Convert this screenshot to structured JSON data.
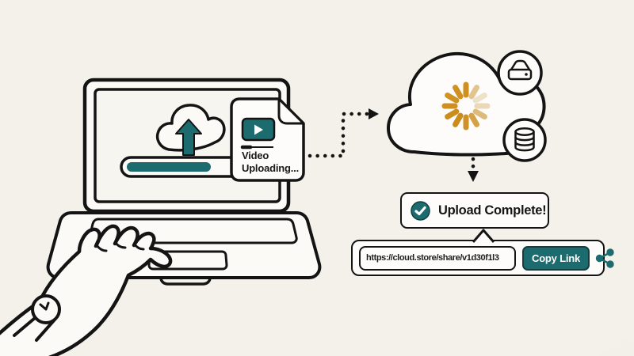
{
  "colors": {
    "background": "#f2efe9",
    "outline_ink": "#141414",
    "accent_teal": "#1c6b6e",
    "spinner_gold": "#d09122",
    "panel_white": "#fdfcfa"
  },
  "laptop_screen": {
    "upload_progress_fraction": 0.65
  },
  "file_card": {
    "line1": "Video",
    "line2": "Uploading..."
  },
  "status_banner": {
    "label": "Upload Complete!"
  },
  "share_bar": {
    "url": "https://cloud.store/share/v1d30f1l3",
    "copy_button_label": "Copy Link"
  },
  "icons": {
    "screen": "cloud-upload-icon",
    "file": "video-play-icon",
    "cloud_center": "loading-spinner-icon",
    "cloud_badge_top": "hard-drive-icon",
    "cloud_badge_bottom": "database-icon",
    "banner": "check-circle-icon",
    "share": "share-network-icon",
    "wrist": "watch-icon"
  }
}
